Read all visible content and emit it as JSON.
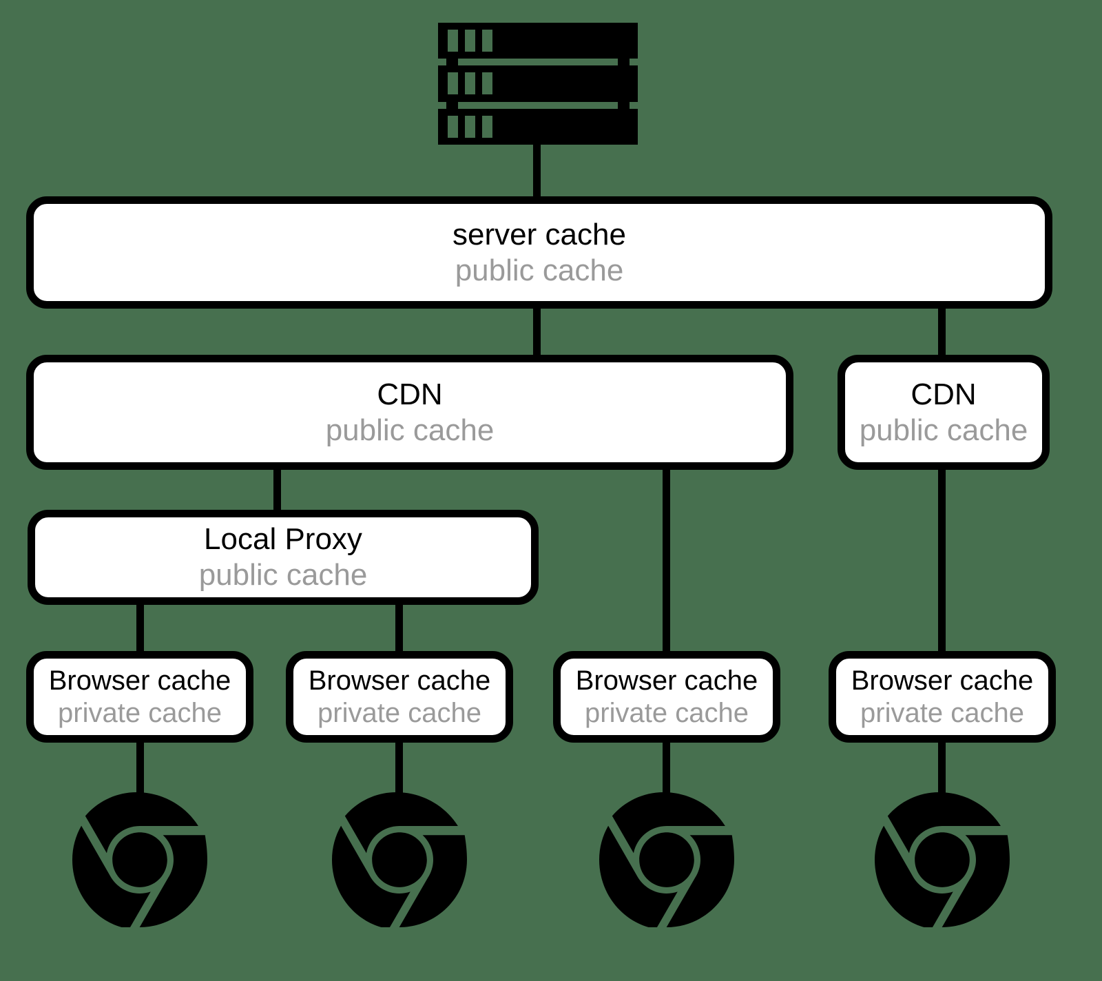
{
  "colors": {
    "background": "#47704f",
    "node_fill": "#ffffff",
    "line": "#000000",
    "title_text": "#000000",
    "subtitle_text": "#9a9a9a"
  },
  "icons": {
    "origin": "server-icon",
    "client": "chrome-browser-icon"
  },
  "nodes": {
    "server_cache": {
      "title": "server cache",
      "subtitle": "public cache"
    },
    "cdn_main": {
      "title": "CDN",
      "subtitle": "public cache"
    },
    "cdn_side": {
      "title": "CDN",
      "subtitle": "public cache"
    },
    "local_proxy": {
      "title": "Local Proxy",
      "subtitle": "public cache"
    },
    "browser_cache_1": {
      "title": "Browser cache",
      "subtitle": "private cache"
    },
    "browser_cache_2": {
      "title": "Browser cache",
      "subtitle": "private cache"
    },
    "browser_cache_3": {
      "title": "Browser cache",
      "subtitle": "private cache"
    },
    "browser_cache_4": {
      "title": "Browser cache",
      "subtitle": "private cache"
    }
  }
}
